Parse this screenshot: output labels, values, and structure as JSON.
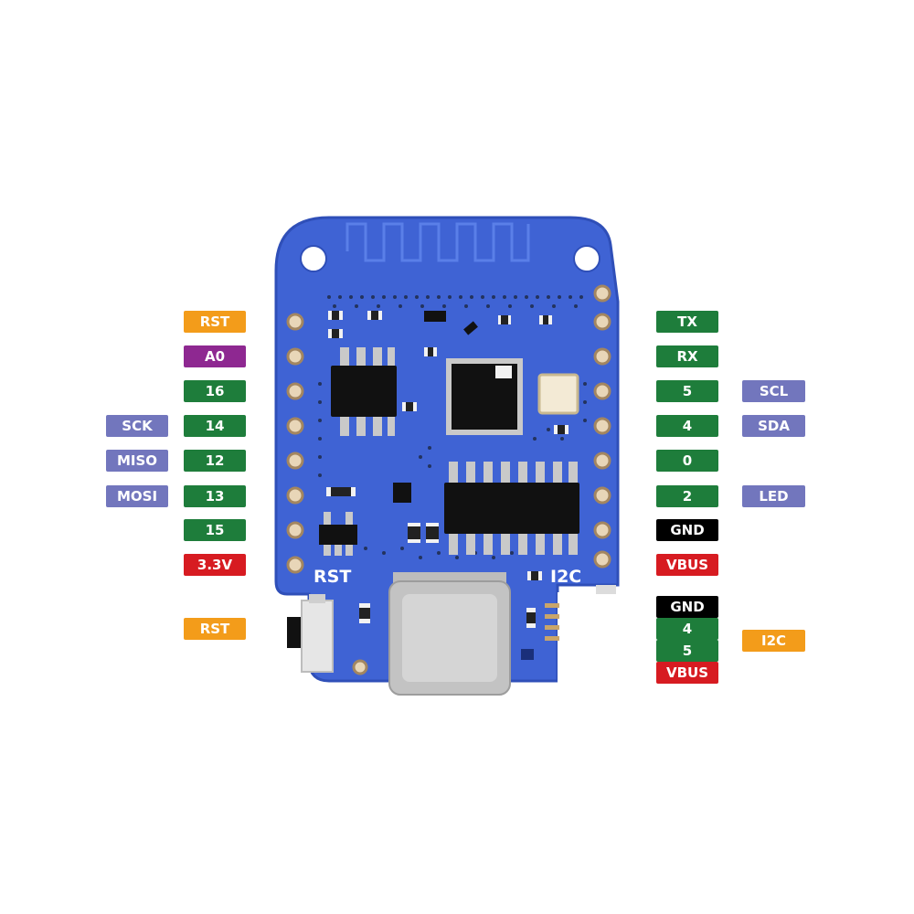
{
  "colors": {
    "board": "#3f63d4",
    "board_edge": "#2f4fb8",
    "gpio": "#1e7d3b",
    "function": "#7276bd",
    "reset": "#f39c1a",
    "analog": "#8e2891",
    "power": "#d71b21",
    "ground": "#000000"
  },
  "left_header": {
    "pins": [
      "RST",
      "A0",
      "16",
      "14",
      "12",
      "13",
      "15",
      "3.3V"
    ],
    "functions": [
      "SCK",
      "MISO",
      "MOSI"
    ]
  },
  "right_header": {
    "pins": [
      "TX",
      "RX",
      "5",
      "4",
      "0",
      "2",
      "GND",
      "VBUS"
    ],
    "functions": [
      "SCL",
      "SDA",
      "LED"
    ]
  },
  "reset_button": {
    "label": "RST"
  },
  "i2c_connector": {
    "pins": [
      "GND",
      "4",
      "5",
      "VBUS"
    ],
    "label": "I2C"
  },
  "silkscreen": {
    "rst": "RST",
    "i2c": "I2C"
  }
}
